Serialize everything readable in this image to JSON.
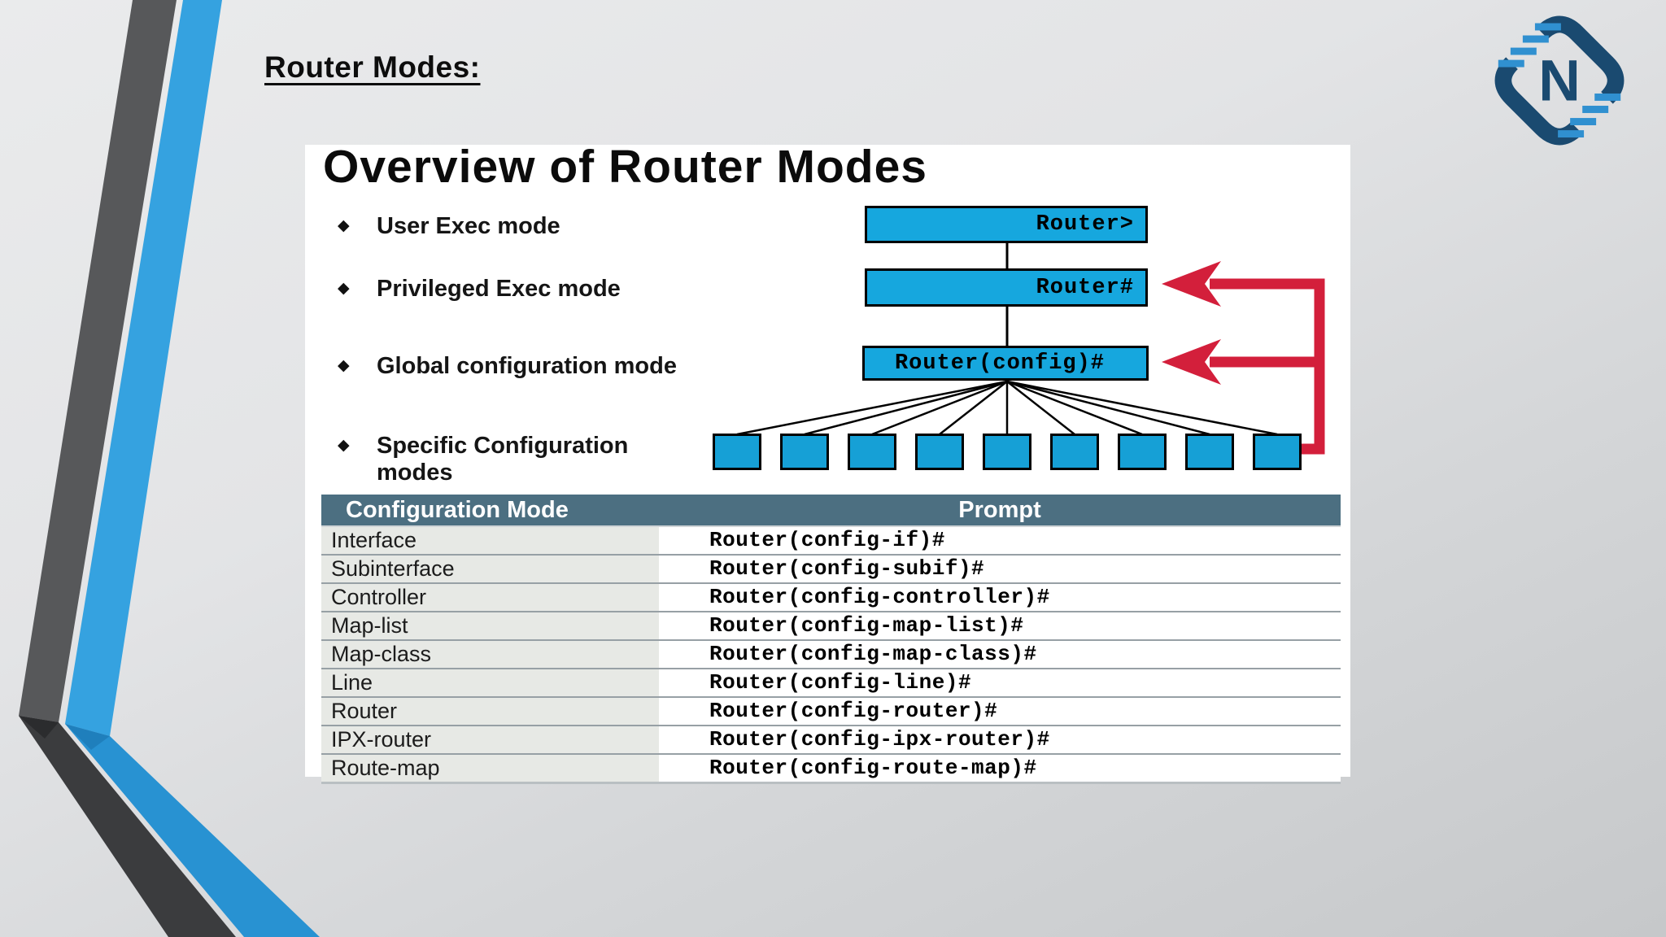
{
  "slide": {
    "title": "Router Modes:",
    "background_top": "#e9eaeb",
    "background_bottom": "#c7c9cb"
  },
  "logo": {
    "letter": "N",
    "navy": "#1a4a70",
    "light_blue": "#3090d0"
  },
  "ribbon": {
    "gray": "#57585a",
    "gray_dark": "#3b3c3e",
    "blue": "#35a2e0",
    "blue_dark": "#2892d2"
  },
  "diagram": {
    "title": "Overview of Router Modes",
    "bullet_glyph": "◆",
    "bullets": [
      "User Exec mode",
      "Privileged Exec mode",
      "Global configuration mode",
      "Specific Configuration modes"
    ],
    "mode_boxes": [
      "Router>",
      "Router#",
      "Router(config)#"
    ],
    "specific_box_count": 9,
    "box_fill": "#16a7de",
    "arrow_red": "#d31f3b"
  },
  "table": {
    "headers": [
      "Configuration Mode",
      "Prompt"
    ],
    "header_bg": "#4c6f81",
    "rows": [
      {
        "mode": "Interface",
        "prompt": "Router(config-if)#"
      },
      {
        "mode": "Subinterface",
        "prompt": "Router(config-subif)#"
      },
      {
        "mode": "Controller",
        "prompt": "Router(config-controller)#"
      },
      {
        "mode": "Map-list",
        "prompt": "Router(config-map-list)#"
      },
      {
        "mode": "Map-class",
        "prompt": "Router(config-map-class)#"
      },
      {
        "mode": "Line",
        "prompt": "Router(config-line)#"
      },
      {
        "mode": "Router",
        "prompt": "Router(config-router)#"
      },
      {
        "mode": "IPX-router",
        "prompt": "Router(config-ipx-router)#"
      },
      {
        "mode": "Route-map",
        "prompt": "Router(config-route-map)#"
      }
    ]
  }
}
